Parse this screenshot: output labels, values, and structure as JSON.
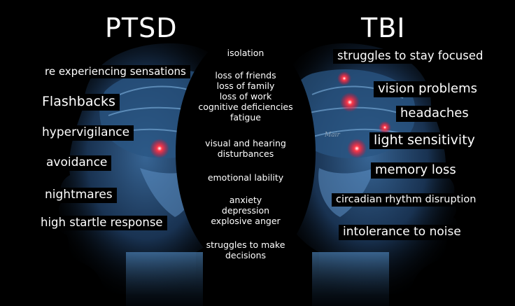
{
  "headings": {
    "left": "PTSD",
    "right": "TBI"
  },
  "ptsd_symptoms": [
    "re experiencing sensations",
    "Flashbacks",
    "hypervigilance",
    "avoidance",
    "nightmares",
    "high startle response"
  ],
  "tbi_symptoms": [
    "struggles to stay focused",
    "vision problems",
    "headaches",
    "light sensitivity",
    "memory loss",
    "circadian rhythm disruption",
    "intolerance to noise"
  ],
  "shared_symptoms": [
    [
      "isolation"
    ],
    [
      "loss of friends",
      "loss of family",
      "loss of work",
      "cognitive deficiencies",
      "fatigue"
    ],
    [
      "visual and hearing",
      "disturbances"
    ],
    [
      "emotional lability"
    ],
    [
      "anxiety",
      "depression",
      "explosive anger"
    ],
    [
      "struggles to make",
      "decisions"
    ]
  ],
  "watermark": "Mair",
  "colors": {
    "background": "#000000",
    "brain_glow": "#5d8fc4",
    "hotspot": "#ff2a3a"
  }
}
